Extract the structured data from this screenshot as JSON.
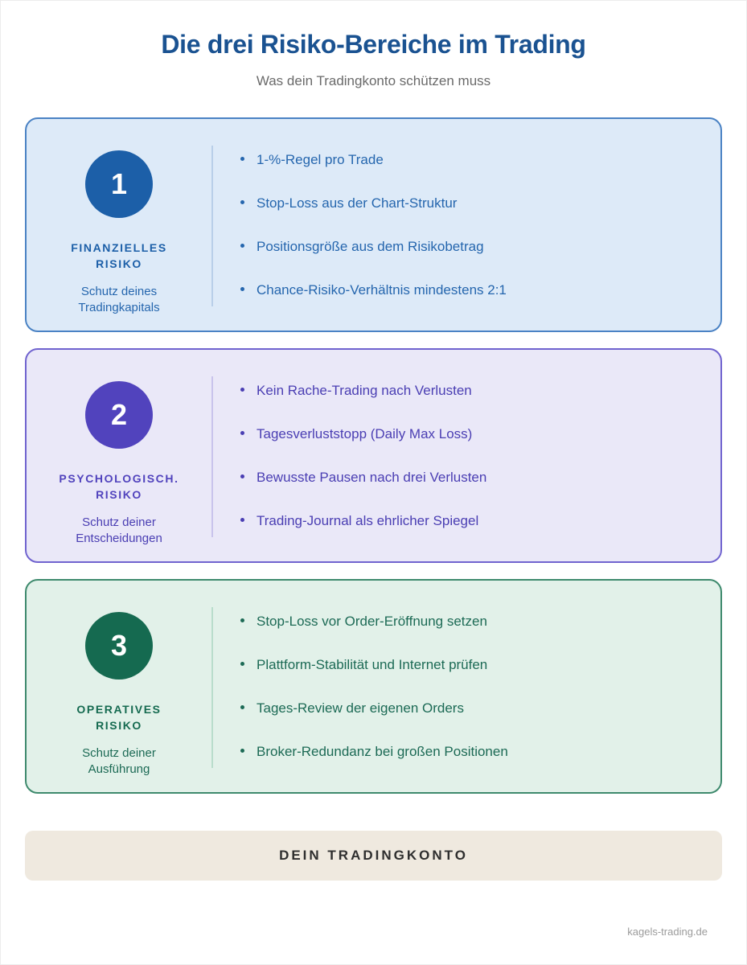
{
  "header": {
    "title": "Die drei Risiko-Bereiche im Trading",
    "subtitle": "Was dein Tradingkonto schützen muss"
  },
  "cards": [
    {
      "number": "1",
      "label": "FINANZIELLES\nRISIKO",
      "sublabel": "Schutz deines\nTradingkapitals",
      "bullets": [
        "1-%-Regel pro Trade",
        "Stop-Loss aus der Chart-Struktur",
        "Positionsgröße aus dem Risikobetrag",
        "Chance-Risiko-Verhältnis mindestens 2:1"
      ],
      "colors": {
        "bg": "#ddeaf8",
        "border": "#4a82c4",
        "accent": "#1c5fa8",
        "text": "#2566ae",
        "divider": "#b9cfe9"
      }
    },
    {
      "number": "2",
      "label": "PSYCHOLOGISCH.\nRISIKO",
      "sublabel": "Schutz deiner\nEntscheidungen",
      "bullets": [
        "Kein Rache-Trading nach Verlusten",
        "Tagesverluststopp (Daily Max Loss)",
        "Bewusste Pausen nach drei Verlusten",
        "Trading-Journal als ehrlicher Spiegel"
      ],
      "colors": {
        "bg": "#eae8f8",
        "border": "#7063cf",
        "accent": "#5143bd",
        "text": "#4a3eb3",
        "divider": "#c9c4ec"
      }
    },
    {
      "number": "3",
      "label": "OPERATIVES\nRISIKO",
      "sublabel": "Schutz deiner\nAusführung",
      "bullets": [
        "Stop-Loss vor Order-Eröffnung setzen",
        "Plattform-Stabilität und Internet prüfen",
        "Tages-Review der eigenen Orders",
        "Broker-Redundanz bei großen Positionen"
      ],
      "colors": {
        "bg": "#e2f1e9",
        "border": "#3e8a6d",
        "accent": "#156a50",
        "text": "#1c6a55",
        "divider": "#b9ddcc"
      }
    }
  ],
  "bottom_bar": {
    "label": "DEIN TRADINGKONTO",
    "bg": "#efe9df"
  },
  "footer": {
    "site": "kagels-trading.de"
  }
}
